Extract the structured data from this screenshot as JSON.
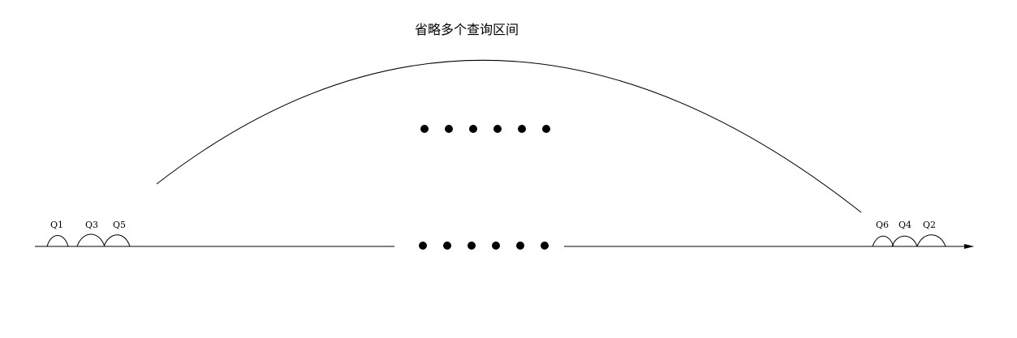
{
  "title": "省略多个查询区间",
  "intervals": {
    "left": [
      "Q1",
      "Q3",
      "Q5"
    ],
    "right": [
      "Q6",
      "Q4",
      "Q2"
    ]
  },
  "ellipsis_dots": {
    "upper_count": 6,
    "axis_count": 6
  },
  "colors": {
    "line": "#000000",
    "background": "#ffffff"
  }
}
